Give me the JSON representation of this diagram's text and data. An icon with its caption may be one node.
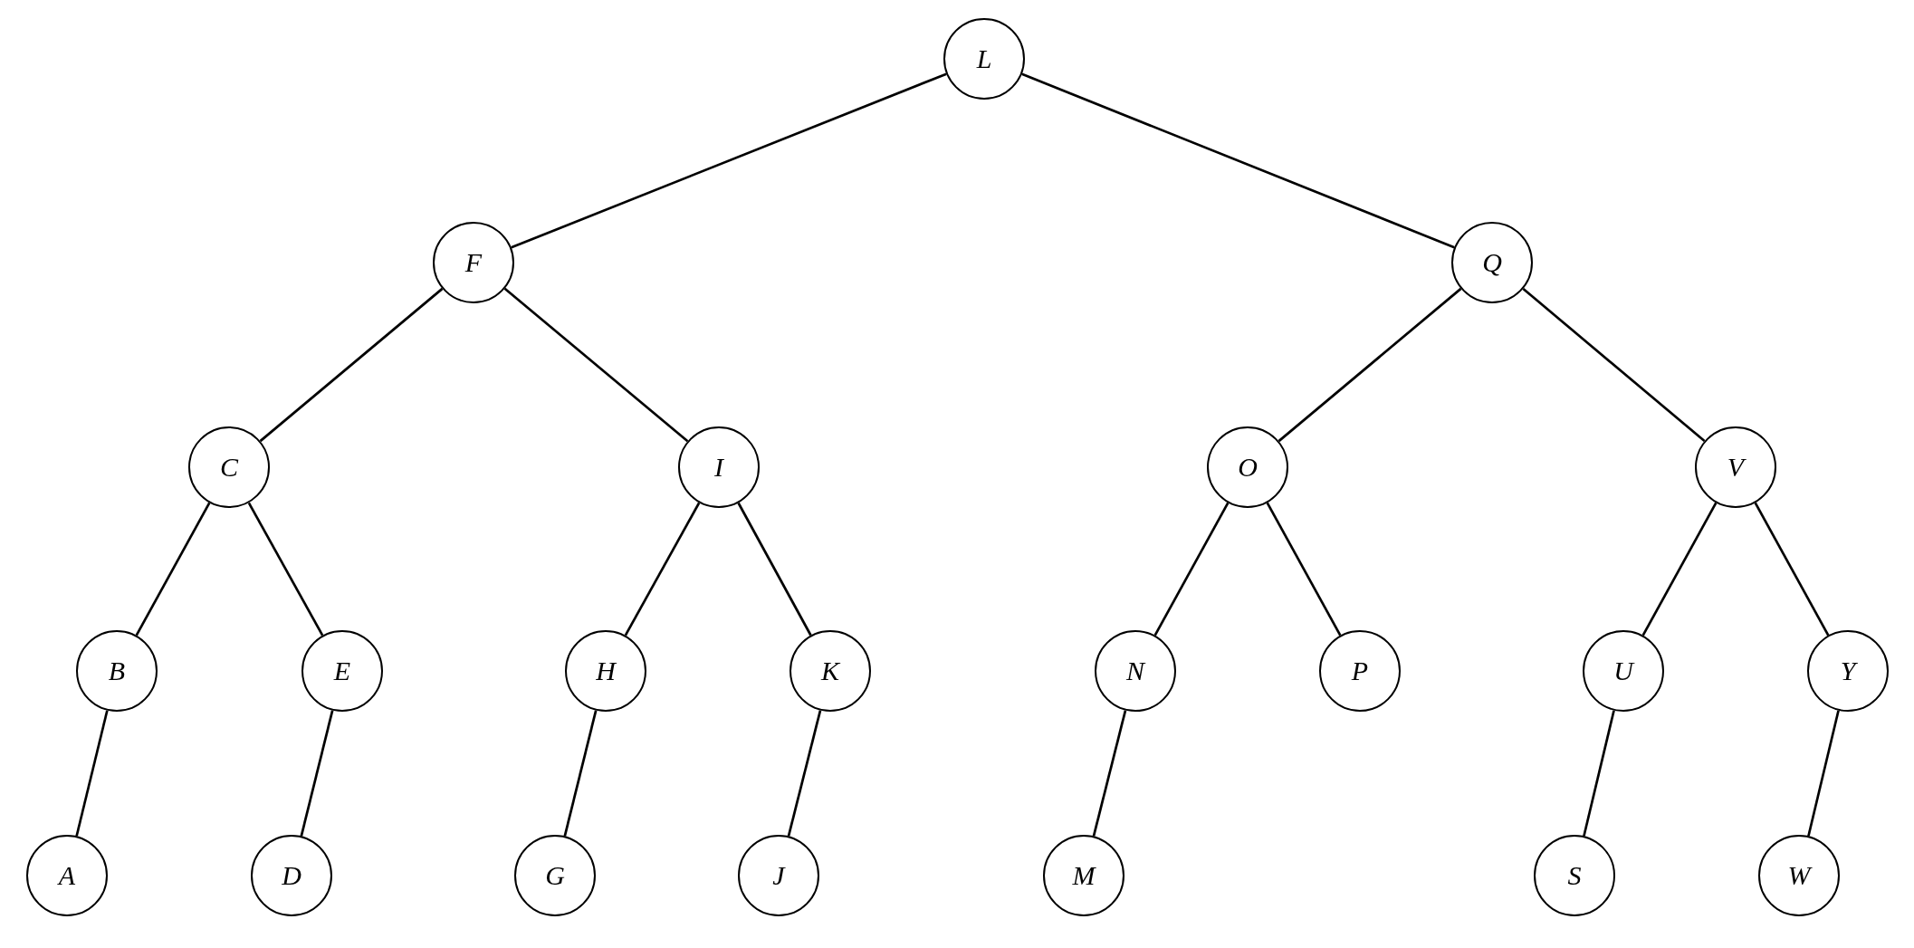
{
  "diagram": {
    "nodes": [
      {
        "text": [
          "L"
        ]
      },
      {
        "text": [
          "F"
        ]
      },
      {
        "text": [
          "Q"
        ]
      },
      {
        "text": [
          "C"
        ]
      },
      {
        "text": [
          "I"
        ]
      },
      {
        "text": [
          "O"
        ]
      },
      {
        "text": [
          "V"
        ]
      },
      {
        "text": [
          "B"
        ]
      },
      {
        "text": [
          "E"
        ]
      },
      {
        "text": [
          "H"
        ]
      },
      {
        "text": [
          "K"
        ]
      },
      {
        "text": [
          "N"
        ]
      },
      {
        "text": [
          "P"
        ]
      },
      {
        "text": [
          "U"
        ]
      },
      {
        "text": [
          "Y"
        ]
      },
      {
        "text": [
          "A"
        ]
      },
      {
        "text": [
          "D"
        ]
      },
      {
        "text": [
          "G"
        ]
      },
      {
        "text": [
          "J"
        ]
      },
      {
        "text": [
          "M"
        ]
      },
      {
        "text": [
          "S"
        ]
      },
      {
        "text": [
          "W"
        ]
      }
    ],
    "edges": [
      {
        "from": 0,
        "to": 1,
        "arrow": "none"
      },
      {
        "from": 0,
        "to": 2,
        "arrow": "none"
      },
      {
        "from": 1,
        "to": 3,
        "arrow": "none"
      },
      {
        "from": 1,
        "to": 4,
        "arrow": "none"
      },
      {
        "from": 2,
        "to": 5,
        "arrow": "none"
      },
      {
        "from": 2,
        "to": 6,
        "arrow": "none"
      },
      {
        "from": 3,
        "to": 7,
        "arrow": "none"
      },
      {
        "from": 3,
        "to": 8,
        "arrow": "none"
      },
      {
        "from": 4,
        "to": 9,
        "arrow": "none"
      },
      {
        "from": 4,
        "to": 10,
        "arrow": "none"
      },
      {
        "from": 5,
        "to": 11,
        "arrow": "none"
      },
      {
        "from": 5,
        "to": 12,
        "arrow": "none"
      },
      {
        "from": 6,
        "to": 13,
        "arrow": "none"
      },
      {
        "from": 6,
        "to": 14,
        "arrow": "none"
      },
      {
        "from": 7,
        "to": 15,
        "arrow": "none"
      },
      {
        "from": 8,
        "to": 16,
        "arrow": "none"
      },
      {
        "from": 9,
        "to": 17,
        "arrow": "none"
      },
      {
        "from": 10,
        "to": 18,
        "arrow": "none"
      },
      {
        "from": 11,
        "to": 19,
        "arrow": "none"
      },
      {
        "from": 13,
        "to": 20,
        "arrow": "none"
      },
      {
        "from": 14,
        "to": 21,
        "arrow": "none"
      }
    ]
  }
}
